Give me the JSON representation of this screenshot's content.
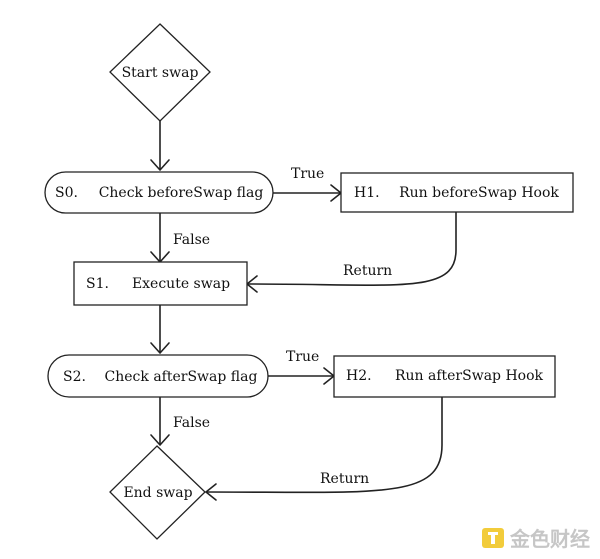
{
  "nodes": {
    "start": {
      "text": "Start swap"
    },
    "s0": {
      "id_text": "S0.",
      "text": "Check beforeSwap flag"
    },
    "h1": {
      "id_text": "H1.",
      "text": "Run beforeSwap Hook"
    },
    "s1": {
      "id_text": "S1.",
      "text": "Execute swap"
    },
    "s2": {
      "id_text": "S2.",
      "text": "Check afterSwap flag"
    },
    "h2": {
      "id_text": "H2.",
      "text": "Run afterSwap Hook"
    },
    "end": {
      "text": "End swap"
    }
  },
  "edges": {
    "s0_h1": "True",
    "s0_s1": "False",
    "h1_s1": "Return",
    "s2_h2": "True",
    "s2_end": "False",
    "h2_end": "Return"
  },
  "watermark": {
    "text": "金色财经",
    "icon": "golden-cube-logo"
  }
}
